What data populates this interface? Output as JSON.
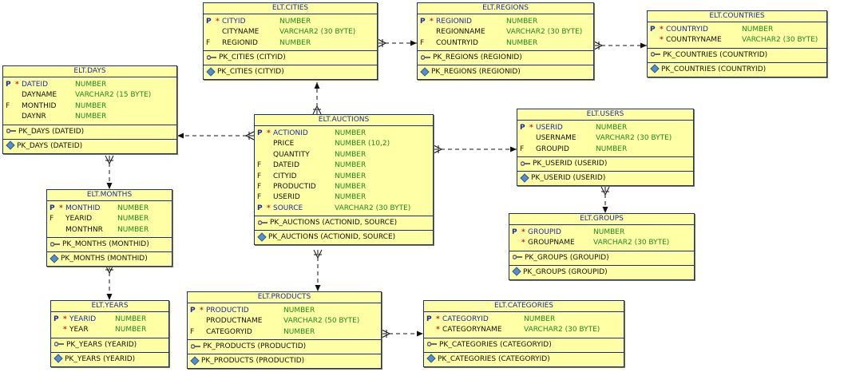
{
  "entities": {
    "days": {
      "title": "ELT.DAYS",
      "cols": [
        {
          "pf": "P",
          "req": "*",
          "name": "DATEID",
          "type": "NUMBER",
          "pk": true
        },
        {
          "pf": "",
          "req": "",
          "name": "DAYNAME",
          "type": "VARCHAR2 (15 BYTE)",
          "pk": false
        },
        {
          "pf": "F",
          "req": "",
          "name": "MONTHID",
          "type": "NUMBER",
          "pk": false
        },
        {
          "pf": "",
          "req": "",
          "name": "DAYNR",
          "type": "NUMBER",
          "pk": false
        }
      ],
      "key": "PK_DAYS (DATEID)",
      "index": "PK_DAYS (DATEID)"
    },
    "months": {
      "title": "ELT.MONTHS",
      "cols": [
        {
          "pf": "P",
          "req": "*",
          "name": "MONTHID",
          "type": "NUMBER",
          "pk": true
        },
        {
          "pf": "F",
          "req": "",
          "name": "YEARID",
          "type": "NUMBER",
          "pk": false
        },
        {
          "pf": "",
          "req": "",
          "name": "MONTHNR",
          "type": "NUMBER",
          "pk": false
        }
      ],
      "key": "PK_MONTHS (MONTHID)",
      "index": "PK_MONTHS (MONTHID)"
    },
    "years": {
      "title": "ELT.YEARS",
      "cols": [
        {
          "pf": "P",
          "req": "*",
          "name": "YEARID",
          "type": "NUMBER",
          "pk": true
        },
        {
          "pf": "",
          "req": "*",
          "name": "YEAR",
          "type": "NUMBER",
          "pk": false
        }
      ],
      "key": "PK_YEARS (YEARID)",
      "index": "PK_YEARS (YEARID)"
    },
    "cities": {
      "title": "ELT.CITIES",
      "cols": [
        {
          "pf": "P",
          "req": "*",
          "name": "CITYID",
          "type": "NUMBER",
          "pk": true
        },
        {
          "pf": "",
          "req": "",
          "name": "CITYNAME",
          "type": "VARCHAR2 (30 BYTE)",
          "pk": false
        },
        {
          "pf": "F",
          "req": "",
          "name": "REGIONID",
          "type": "NUMBER",
          "pk": false
        }
      ],
      "key": "PK_CITIES (CITYID)",
      "index": "PK_CITIES (CITYID)"
    },
    "regions": {
      "title": "ELT.REGIONS",
      "cols": [
        {
          "pf": "P",
          "req": "*",
          "name": "REGIONID",
          "type": "NUMBER",
          "pk": true
        },
        {
          "pf": "",
          "req": "",
          "name": "REGIONNAME",
          "type": "VARCHAR2 (30 BYTE)",
          "pk": false
        },
        {
          "pf": "F",
          "req": "",
          "name": "COUNTRYID",
          "type": "NUMBER",
          "pk": false
        }
      ],
      "key": "PK_REGIONS (REGIONID)",
      "index": "PK_REGIONS (REGIONID)"
    },
    "countries": {
      "title": "ELT.COUNTRIES",
      "cols": [
        {
          "pf": "P",
          "req": "*",
          "name": "COUNTRYID",
          "type": "NUMBER",
          "pk": true
        },
        {
          "pf": "",
          "req": "*",
          "name": "COUNTRYNAME",
          "type": "VARCHAR2 (30 BYTE)",
          "pk": false
        }
      ],
      "key": "PK_COUNTRIES (COUNTRYID)",
      "index": "PK_COUNTRIES (COUNTRYID)"
    },
    "auctions": {
      "title": "ELT.AUCTIONS",
      "cols": [
        {
          "pf": "P",
          "req": "*",
          "name": "ACTIONID",
          "type": "NUMBER",
          "pk": true
        },
        {
          "pf": "",
          "req": "",
          "name": "PRICE",
          "type": "NUMBER (10,2)",
          "pk": false
        },
        {
          "pf": "",
          "req": "",
          "name": "QUANTITY",
          "type": "NUMBER",
          "pk": false
        },
        {
          "pf": "F",
          "req": "",
          "name": "DATEID",
          "type": "NUMBER",
          "pk": false
        },
        {
          "pf": "F",
          "req": "",
          "name": "CITYID",
          "type": "NUMBER",
          "pk": false
        },
        {
          "pf": "F",
          "req": "",
          "name": "PRODUCTID",
          "type": "NUMBER",
          "pk": false
        },
        {
          "pf": "F",
          "req": "",
          "name": "USERID",
          "type": "NUMBER",
          "pk": false
        },
        {
          "pf": "P",
          "req": "*",
          "name": "SOURCE",
          "type": "VARCHAR2 (30 BYTE)",
          "pk": true
        }
      ],
      "key": "PK_AUCTIONS (ACTIONID, SOURCE)",
      "index": "PK_AUCTIONS (ACTIONID, SOURCE)"
    },
    "users": {
      "title": "ELT.USERS",
      "cols": [
        {
          "pf": "P",
          "req": "*",
          "name": "USERID",
          "type": "NUMBER",
          "pk": true
        },
        {
          "pf": "",
          "req": "",
          "name": "USERNAME",
          "type": "VARCHAR2 (30 BYTE)",
          "pk": false
        },
        {
          "pf": "F",
          "req": "",
          "name": "GROUPID",
          "type": "NUMBER",
          "pk": false
        }
      ],
      "key": "PK_USERID (USERID)",
      "index": "PK_USERID (USERID)"
    },
    "groups": {
      "title": "ELT.GROUPS",
      "cols": [
        {
          "pf": "P",
          "req": "*",
          "name": "GROUPID",
          "type": "NUMBER",
          "pk": true
        },
        {
          "pf": "",
          "req": "*",
          "name": "GROUPNAME",
          "type": "VARCHAR2 (30 BYTE)",
          "pk": false
        }
      ],
      "key": "PK_GROUPS (GROUPID)",
      "index": "PK_GROUPS (GROUPID)"
    },
    "products": {
      "title": "ELT.PRODUCTS",
      "cols": [
        {
          "pf": "P",
          "req": "*",
          "name": "PRODUCTID",
          "type": "NUMBER",
          "pk": true
        },
        {
          "pf": "",
          "req": "",
          "name": "PRODUCTNAME",
          "type": "VARCHAR2 (50 BYTE)",
          "pk": false
        },
        {
          "pf": "F",
          "req": "",
          "name": "CATEGORYID",
          "type": "NUMBER",
          "pk": false
        }
      ],
      "key": "PK_PRODUCTS (PRODUCTID)",
      "index": "PK_PRODUCTS (PRODUCTID)"
    },
    "categories": {
      "title": "ELT.CATEGORIES",
      "cols": [
        {
          "pf": "P",
          "req": "*",
          "name": "CATEGORYID",
          "type": "NUMBER",
          "pk": true
        },
        {
          "pf": "",
          "req": "*",
          "name": "CATEGORYNAME",
          "type": "VARCHAR2 (30 BYTE)",
          "pk": false
        }
      ],
      "key": "PK_CATEGORIES (CATEGORYID)",
      "index": "PK_CATEGORIES (CATEGORYID)"
    }
  },
  "colors": {
    "entity_fill": "#ffffa6",
    "entity_border": "#1a2f7a",
    "title_text": "#1c2aa8",
    "type_text": "#1e8a1e",
    "mandatory_marker": "#d42020",
    "relation_line": "#111111"
  },
  "icons": {
    "key": "key-icon",
    "index": "index-diamond-icon"
  },
  "relationships": [
    {
      "from": "auctions",
      "to": "cities"
    },
    {
      "from": "auctions",
      "to": "days"
    },
    {
      "from": "auctions",
      "to": "users"
    },
    {
      "from": "auctions",
      "to": "products"
    },
    {
      "from": "cities",
      "to": "regions"
    },
    {
      "from": "regions",
      "to": "countries"
    },
    {
      "from": "days",
      "to": "months"
    },
    {
      "from": "months",
      "to": "years"
    },
    {
      "from": "users",
      "to": "groups"
    },
    {
      "from": "products",
      "to": "categories"
    }
  ]
}
